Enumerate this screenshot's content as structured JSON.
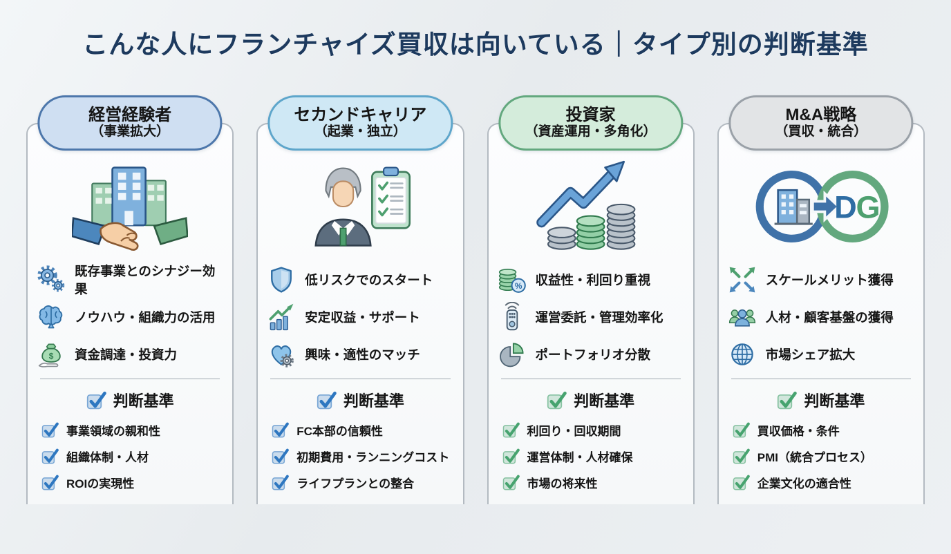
{
  "title": "こんな人にフランチャイズ買収は向いている｜タイプ別の判断基準",
  "title_color": "#1d3a5e",
  "columns": [
    {
      "id": "management-experienced",
      "header_line1": "経営経験者",
      "header_line2": "（事業拡大）",
      "pill_bg": "#cfdff2",
      "pill_border": "#4d77ab",
      "check_color": "#2e77c0",
      "illustration": "buildings-handshake",
      "features": [
        {
          "icon": "gears-icon",
          "label": "既存事業とのシナジー効果"
        },
        {
          "icon": "brain-icon",
          "label": "ノウハウ・組織力の活用"
        },
        {
          "icon": "money-bag-icon",
          "label": "資金調達・投資力"
        }
      ],
      "criteria_title": "判断基準",
      "criteria": [
        "事業領域の親和性",
        "組織体制・人材",
        "ROIの実現性"
      ]
    },
    {
      "id": "second-career",
      "header_line1": "セカンドキャリア",
      "header_line2": "（起業・独立）",
      "pill_bg": "#cfe8f5",
      "pill_border": "#5ea6cb",
      "check_color": "#2e77c0",
      "illustration": "businessman-checklist",
      "features": [
        {
          "icon": "shield-icon",
          "label": "低リスクでのスタート"
        },
        {
          "icon": "growth-chart-icon",
          "label": "安定収益・サポート"
        },
        {
          "icon": "heart-gear-icon",
          "label": "興味・適性のマッチ"
        }
      ],
      "criteria_title": "判断基準",
      "criteria": [
        "FC本部の信頼性",
        "初期費用・ランニングコスト",
        "ライフプランとの整合"
      ]
    },
    {
      "id": "investor",
      "header_line1": "投資家",
      "header_line2": "（資産運用・多角化）",
      "pill_bg": "#d4ecdb",
      "pill_border": "#63a87e",
      "check_color": "#47a36f",
      "illustration": "coins-growth-arrow",
      "features": [
        {
          "icon": "coins-percent-icon",
          "label": "収益性・利回り重視"
        },
        {
          "icon": "remote-control-icon",
          "label": "運営委託・管理効率化"
        },
        {
          "icon": "pie-chart-icon",
          "label": "ポートフォリオ分散"
        }
      ],
      "criteria_title": "判断基準",
      "criteria": [
        "利回り・回収期間",
        "運営体制・人材確保",
        "市場の将来性"
      ]
    },
    {
      "id": "ma-strategy",
      "header_line1": "M&A戦略",
      "header_line2": "（買収・統合）",
      "pill_bg": "#e2e4e6",
      "pill_border": "#9aa1a8",
      "check_color": "#47a36f",
      "illustration": "merger-circles",
      "features": [
        {
          "icon": "expand-arrows-icon",
          "label": "スケールメリット獲得"
        },
        {
          "icon": "people-icon",
          "label": "人材・顧客基盤の獲得"
        },
        {
          "icon": "globe-icon",
          "label": "市場シェア拡大"
        }
      ],
      "criteria_title": "判断基準",
      "criteria": [
        "買収価格・条件",
        "PMI（統合プロセス）",
        "企業文化の適合性"
      ]
    }
  ]
}
